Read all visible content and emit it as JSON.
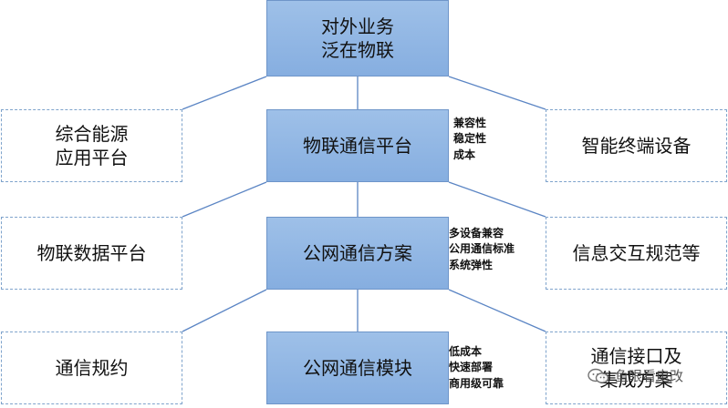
{
  "nodes": {
    "top": "对外业务\n泛在物联",
    "platform": "物联通信平台",
    "scheme": "公网通信方案",
    "module": "公网通信模块",
    "left1": "综合能源\n应用平台",
    "right1": "智能终端设备",
    "left2": "物联数据平台",
    "right2": "信息交互规范等",
    "left3": "通信规约",
    "right3": "通信接口及\n集成方案"
  },
  "notes": {
    "platform": "兼容性\n稳定性\n成本",
    "scheme": "多设备兼容\n公用通信标准\n系统弹性",
    "module": "低成本\n快速部署\n商用级可靠"
  },
  "watermark": {
    "text": "鱼眼看电改",
    "icon": "wechat-icon"
  },
  "colors": {
    "center_fill": "#8fb4e3",
    "center_border": "#6e95c9",
    "dashed_border": "#7ea3cc",
    "line": "#5b85c4"
  }
}
